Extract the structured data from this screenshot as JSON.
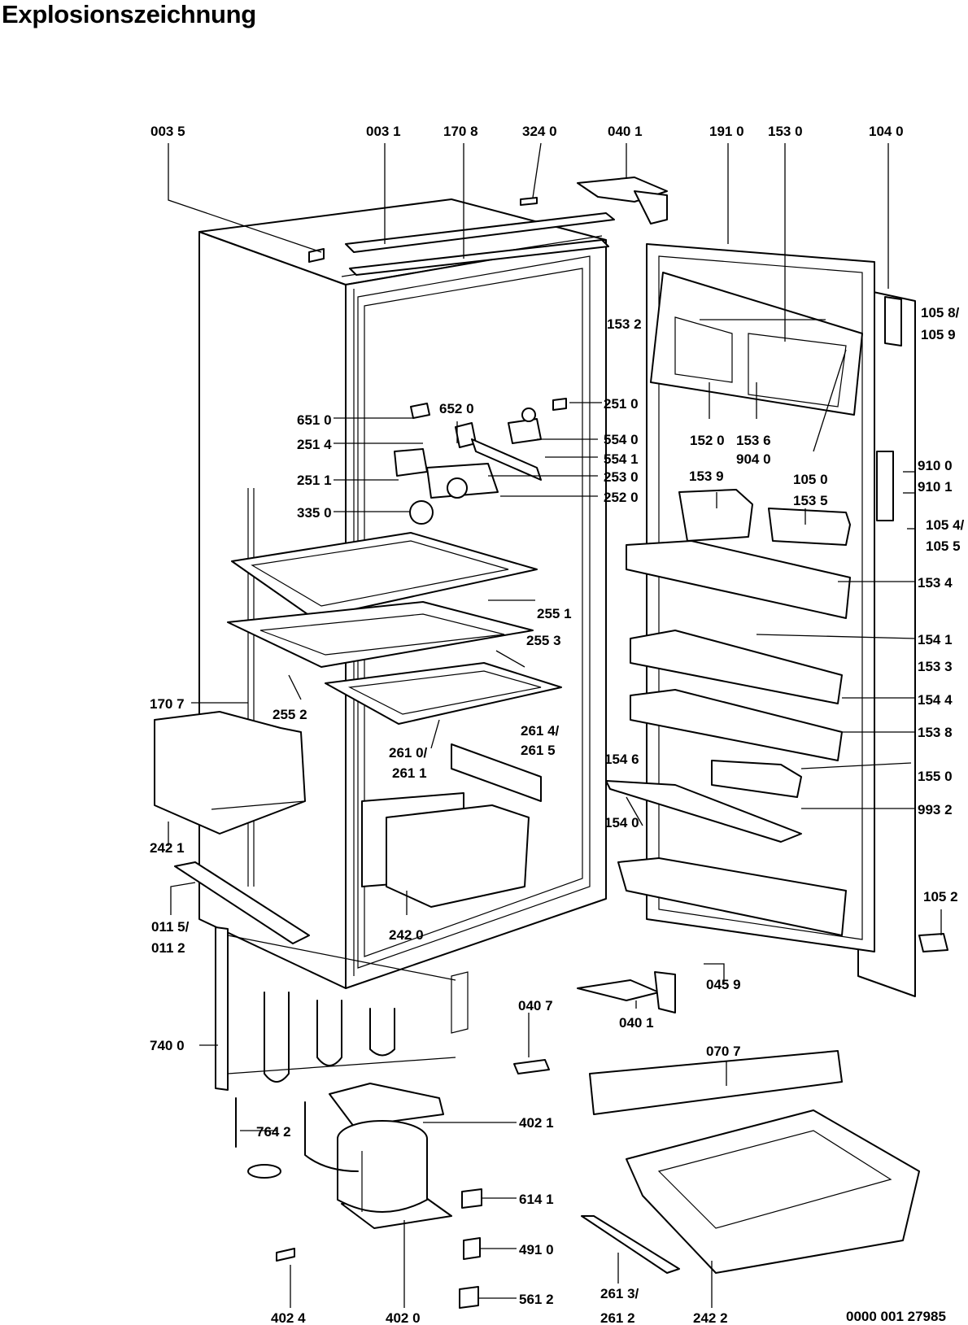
{
  "title": "Explosionszeichnung",
  "document_number": "0000 001 27985",
  "parts": [
    {
      "id": "p0035",
      "label": "003 5"
    },
    {
      "id": "p0031",
      "label": "003 1"
    },
    {
      "id": "p1708",
      "label": "170 8"
    },
    {
      "id": "p3240",
      "label": "324 0"
    },
    {
      "id": "p0401a",
      "label": "040 1"
    },
    {
      "id": "p1910",
      "label": "191 0"
    },
    {
      "id": "p1530",
      "label": "153 0"
    },
    {
      "id": "p1040",
      "label": "104 0"
    },
    {
      "id": "p1058a",
      "label": "105 8/"
    },
    {
      "id": "p1059",
      "label": "105 9"
    },
    {
      "id": "p1532",
      "label": "153 2"
    },
    {
      "id": "p2510",
      "label": "251 0"
    },
    {
      "id": "p6520",
      "label": "652 0"
    },
    {
      "id": "p6510",
      "label": "651 0"
    },
    {
      "id": "p2514",
      "label": "251 4"
    },
    {
      "id": "p5540",
      "label": "554 0"
    },
    {
      "id": "p1520",
      "label": "152 0"
    },
    {
      "id": "p1536",
      "label": "153 6"
    },
    {
      "id": "p5541",
      "label": "554 1"
    },
    {
      "id": "p9040",
      "label": "904 0"
    },
    {
      "id": "p9100",
      "label": "910 0"
    },
    {
      "id": "p2511",
      "label": "251 1"
    },
    {
      "id": "p2530",
      "label": "253 0"
    },
    {
      "id": "p1539",
      "label": "153 9"
    },
    {
      "id": "p1050",
      "label": "105 0"
    },
    {
      "id": "p9101",
      "label": "910 1"
    },
    {
      "id": "p2520",
      "label": "252 0"
    },
    {
      "id": "p1535",
      "label": "153 5"
    },
    {
      "id": "p3350",
      "label": "335 0"
    },
    {
      "id": "p1054",
      "label": "105 4/"
    },
    {
      "id": "p1055",
      "label": "105 5"
    },
    {
      "id": "p1534",
      "label": "153 4"
    },
    {
      "id": "p2551",
      "label": "255 1"
    },
    {
      "id": "p1541",
      "label": "154 1"
    },
    {
      "id": "p2553",
      "label": "255 3"
    },
    {
      "id": "p1533",
      "label": "153 3"
    },
    {
      "id": "p1707",
      "label": "170 7"
    },
    {
      "id": "p1544",
      "label": "154 4"
    },
    {
      "id": "p2552",
      "label": "255 2"
    },
    {
      "id": "p2614",
      "label": "261 4/"
    },
    {
      "id": "p1538",
      "label": "153 8"
    },
    {
      "id": "p2615",
      "label": "261 5"
    },
    {
      "id": "p2610",
      "label": "261 0/"
    },
    {
      "id": "p2611",
      "label": "261 1"
    },
    {
      "id": "p1546",
      "label": "154 6"
    },
    {
      "id": "p1550",
      "label": "155 0"
    },
    {
      "id": "p9932",
      "label": "993 2"
    },
    {
      "id": "p2421",
      "label": "242 1"
    },
    {
      "id": "p1540",
      "label": "154 0"
    },
    {
      "id": "p1052",
      "label": "105 2"
    },
    {
      "id": "p0115",
      "label": "011 5/"
    },
    {
      "id": "p2420",
      "label": "242 0"
    },
    {
      "id": "p0112",
      "label": "011 2"
    },
    {
      "id": "p0459",
      "label": "045 9"
    },
    {
      "id": "p0407",
      "label": "040 7"
    },
    {
      "id": "p0401b",
      "label": "040 1"
    },
    {
      "id": "p7400",
      "label": "740 0"
    },
    {
      "id": "p0707",
      "label": "070 7"
    },
    {
      "id": "p4021",
      "label": "402 1"
    },
    {
      "id": "p7642",
      "label": "764 2"
    },
    {
      "id": "p6141",
      "label": "614 1"
    },
    {
      "id": "p4910",
      "label": "491 0"
    },
    {
      "id": "p5612",
      "label": "561 2"
    },
    {
      "id": "p2613",
      "label": "261 3/"
    },
    {
      "id": "p4024",
      "label": "402 4"
    },
    {
      "id": "p4020",
      "label": "402 0"
    },
    {
      "id": "p2612",
      "label": "261 2"
    },
    {
      "id": "p2422",
      "label": "242 2"
    }
  ]
}
